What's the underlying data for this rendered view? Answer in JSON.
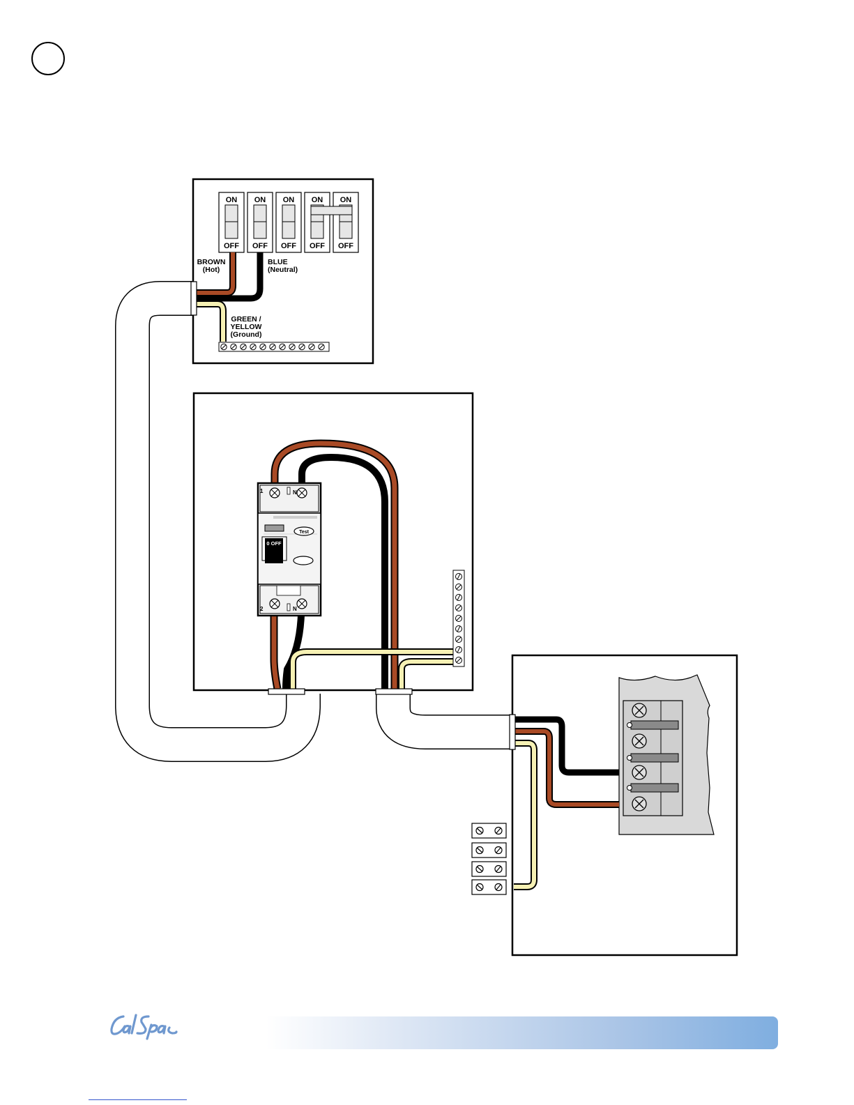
{
  "brand": {
    "logo_name": "cal-spas-logo",
    "logo_color": "#6f98cf",
    "bar_color": "#7faee0"
  },
  "breaker_panel": {
    "switches": [
      {
        "on_label": "ON",
        "off_label": "OFF"
      },
      {
        "on_label": "ON",
        "off_label": "OFF"
      },
      {
        "on_label": "ON",
        "off_label": "OFF"
      },
      {
        "on_label": "ON",
        "off_label": "OFF"
      },
      {
        "on_label": "ON",
        "off_label": "OFF"
      }
    ],
    "labels": {
      "brown_line1": "BROWN",
      "brown_line2": "(Hot)",
      "blue_line1": "BLUE",
      "blue_line2": "(Neutral)",
      "ground_line1": "GREEN /",
      "ground_line2": "YELLOW",
      "ground_line3": "(Ground)"
    }
  },
  "gfci": {
    "terminal_top_left": "1",
    "terminal_top_right": "N",
    "terminal_bottom_left": "2",
    "terminal_bottom_right": "N",
    "test_label": "Test",
    "off_label": "0 OFF"
  },
  "colors": {
    "hot": "#a94a25",
    "neutral": "#000000",
    "ground": "#f6f1b4",
    "terminal_block": "#d9d9d9",
    "bus_bar": "#8a8a8a"
  }
}
